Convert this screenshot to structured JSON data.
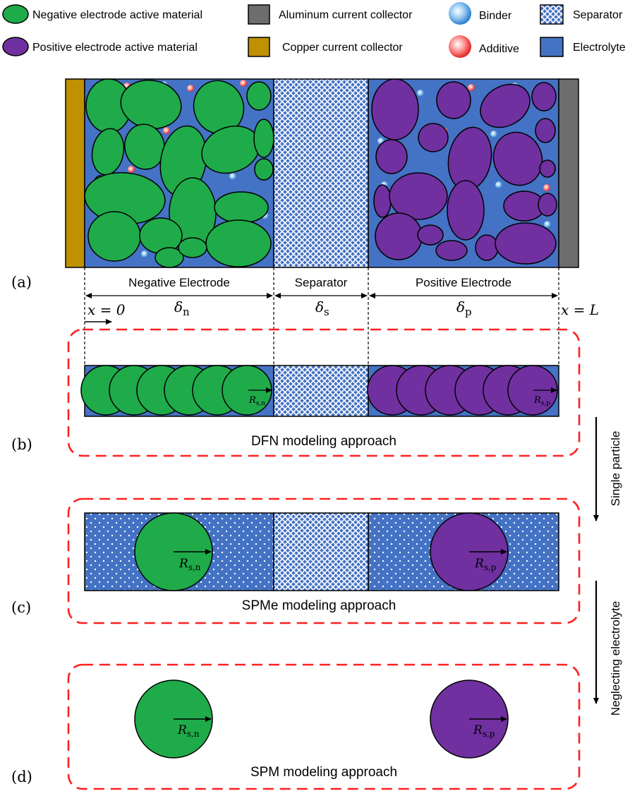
{
  "legend": {
    "negative_active": "Negative electrode active material",
    "positive_active": "Positive electrode active material",
    "aluminum": "Aluminum current collector",
    "copper": "Copper current collector",
    "binder": "Binder",
    "additive": "Additive",
    "separator": "Separator",
    "electrolyte": "Electrolyte"
  },
  "panel_a": {
    "tag": "(a)",
    "negative_label": "Negative Electrode",
    "separator_label": "Separator",
    "positive_label": "Positive Electrode",
    "delta": "δ",
    "delta_n_sub": "n",
    "delta_s_sub": "s",
    "delta_p_sub": "p",
    "x0": "x = 0",
    "xL": "x = L"
  },
  "panel_b": {
    "tag": "(b)",
    "title": "DFN modeling approach",
    "rn_main": "R",
    "rn_sub": "s,n",
    "rp_main": "R",
    "rp_sub": "s,p"
  },
  "panel_c": {
    "tag": "(c)",
    "title": "SPMe modeling approach",
    "rn_main": "R",
    "rn_sub": "s,n",
    "rp_main": "R",
    "rp_sub": "s,p"
  },
  "panel_d": {
    "tag": "(d)",
    "title": "SPM modeling approach",
    "rn_main": "R",
    "rn_sub": "s,n",
    "rp_main": "R",
    "rp_sub": "s,p"
  },
  "arrows": {
    "single_particle": "Single particle",
    "neglecting_electrolyte": "Neglecting electrolyte"
  },
  "colors": {
    "negative": "#1fab4a",
    "positive": "#7030a0",
    "electrolyte": "#4472c4",
    "copper": "#bf9000",
    "aluminum": "#6d6d6d",
    "dashed_box": "#ff2020"
  }
}
